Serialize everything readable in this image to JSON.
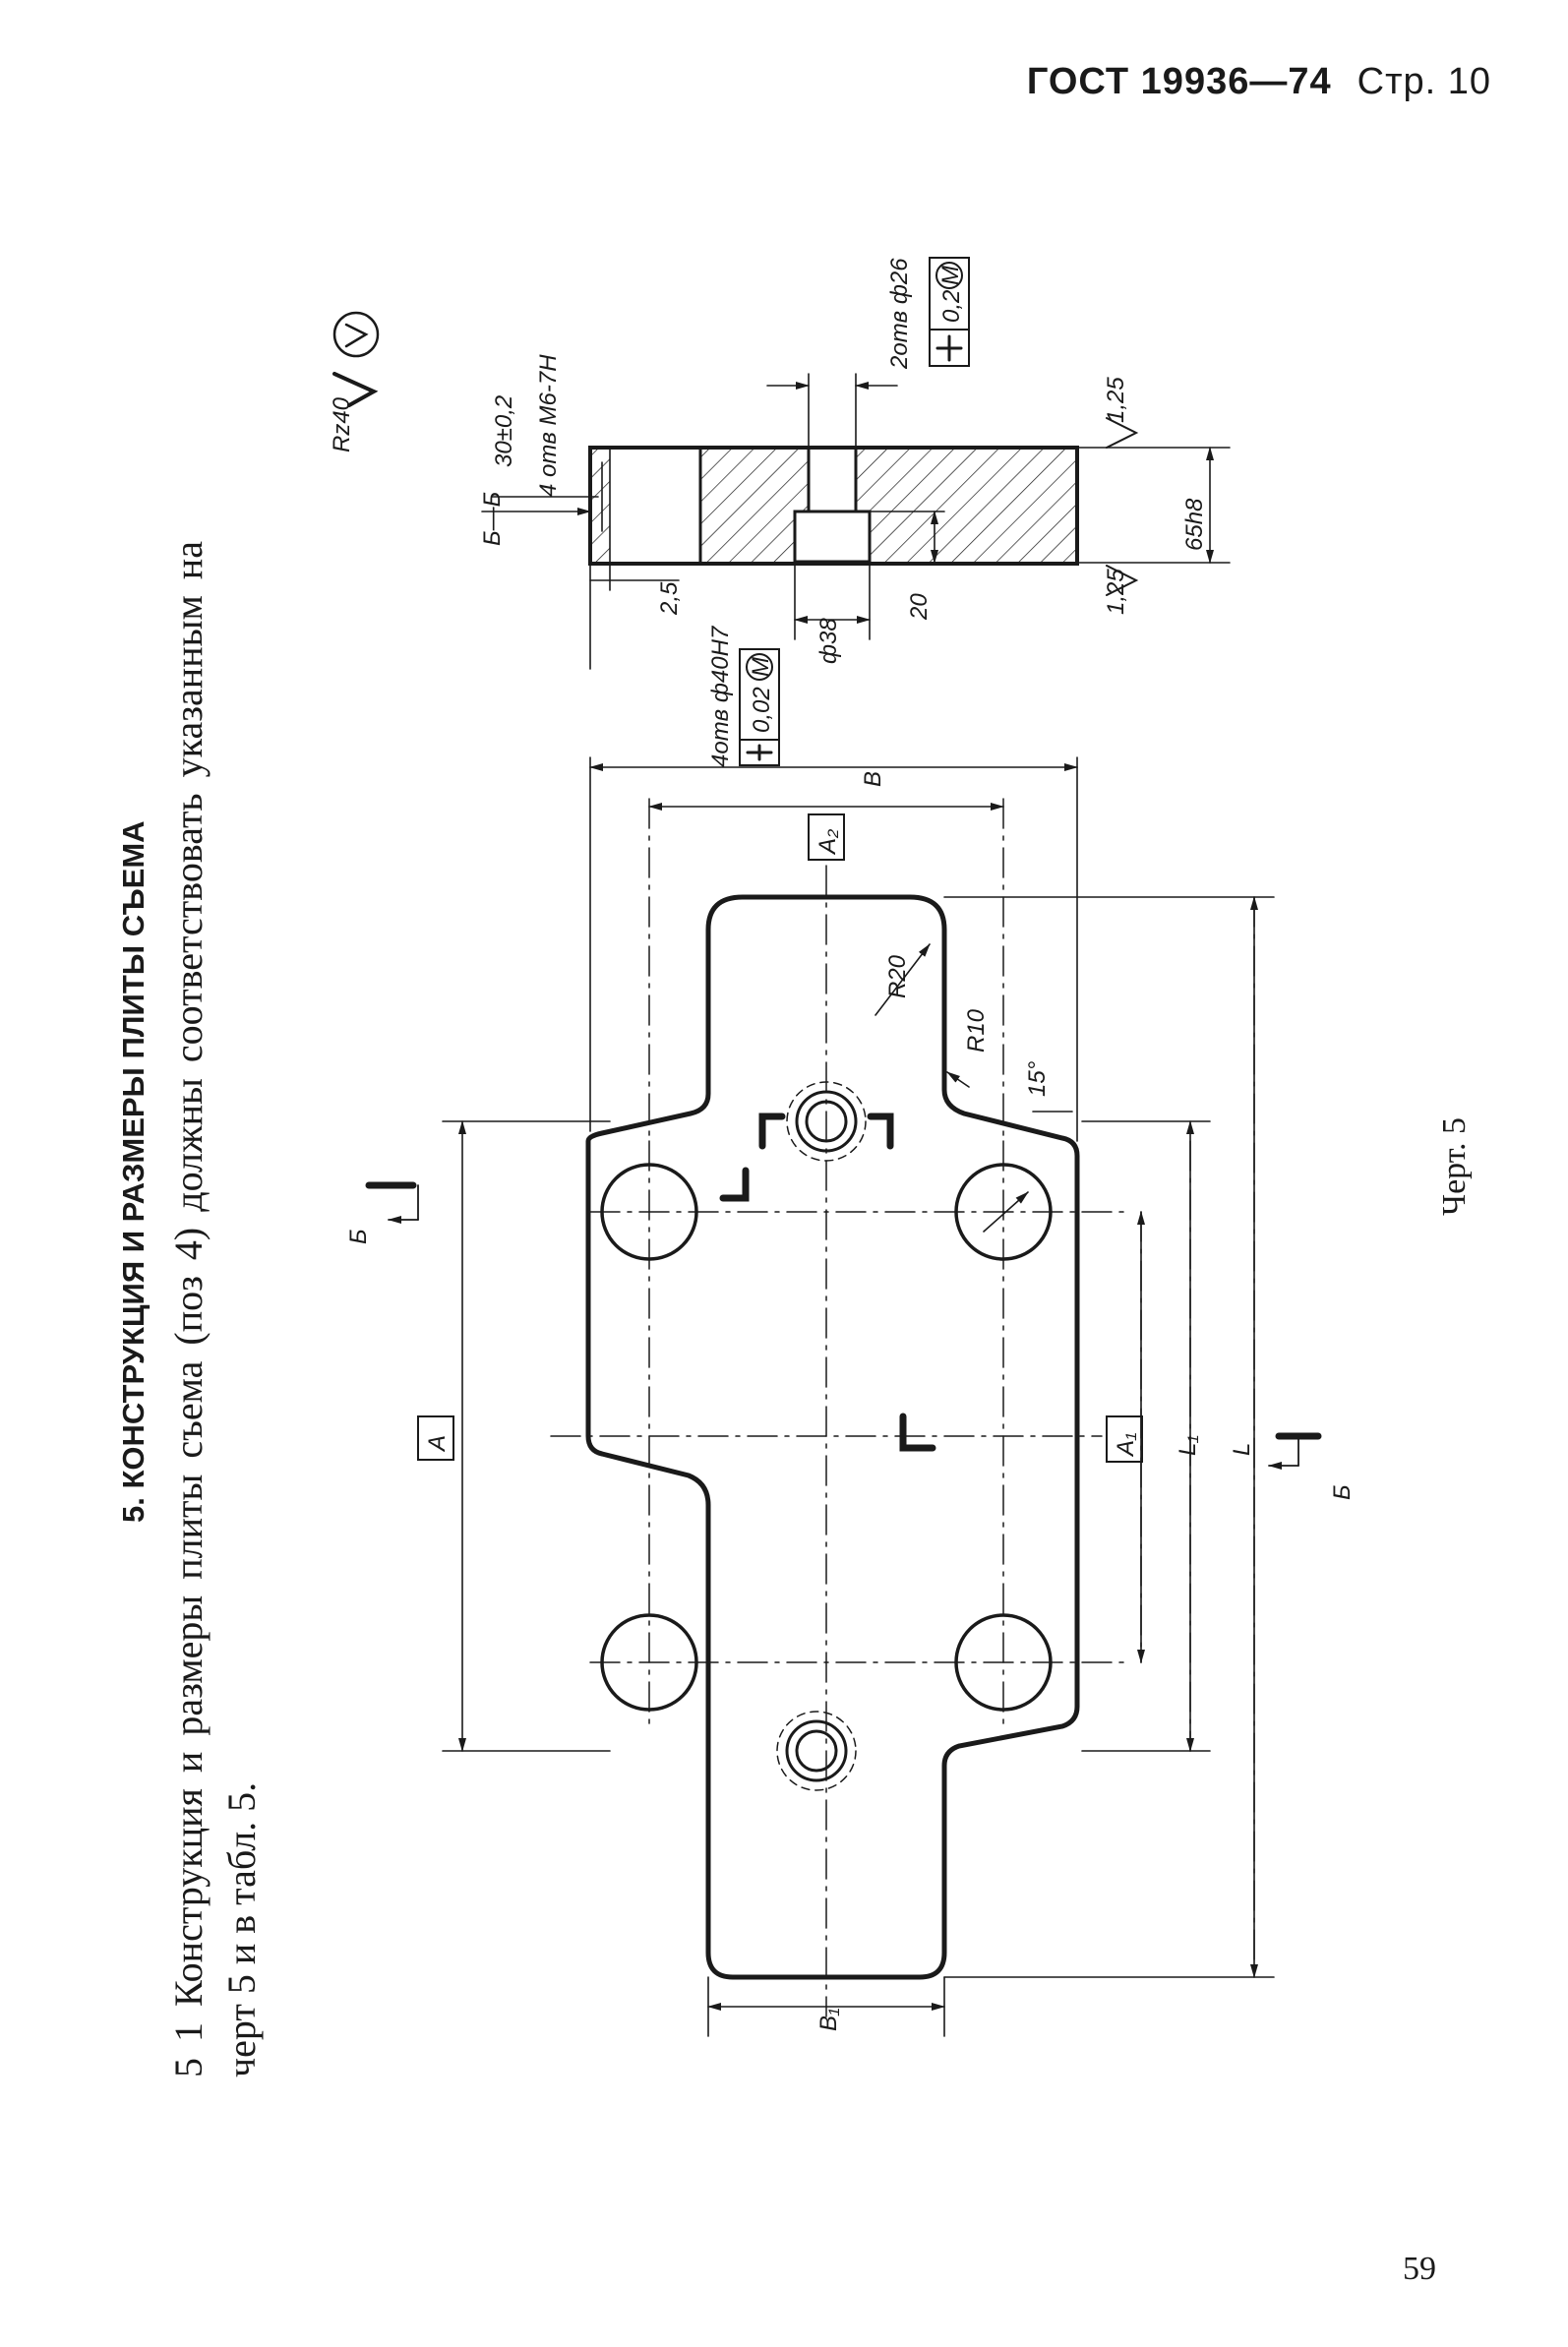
{
  "header": {
    "standard": "ГОСТ 19936—74",
    "page_label": "Стр. 10"
  },
  "section": {
    "title": "5. КОНСТРУКЦИЯ И РАЗМЕРЫ ПЛИТЫ СЪЕМА"
  },
  "paragraph": {
    "line1": "5 1  Конструкция  и  размеры  плиты  съема  (поз  4)  должны   соответствовать указанным на",
    "line2": "черт 5 и в табл. 5."
  },
  "drawing": {
    "section_label": "Б—Б",
    "cut_mark_top": "Б",
    "cut_mark_bottom": "Б",
    "dims": {
      "A": "A",
      "A1": "A₁",
      "A2": "A₂",
      "B": "B",
      "B1": "B₁",
      "L": "L",
      "L1": "L₁",
      "R20": "R20",
      "R10": "R10",
      "angle15": "15°",
      "tol30": "30±0,2",
      "holes_m6": "4 отв М6-7Н",
      "holes_26": "2отв ф26",
      "tol_02": "0,2",
      "holes_40": "4отв ф40Н7",
      "tol_002": "0,02",
      "phi38": "ф38",
      "dim20": "20",
      "dim25": "2,5",
      "dim65": "65h8",
      "rough_125_top": "1,25",
      "rough_125_bottom": "1,25",
      "rz40": "Rz40",
      "modifier_m": "М"
    }
  },
  "caption": "Черт. 5",
  "page_number": "59"
}
